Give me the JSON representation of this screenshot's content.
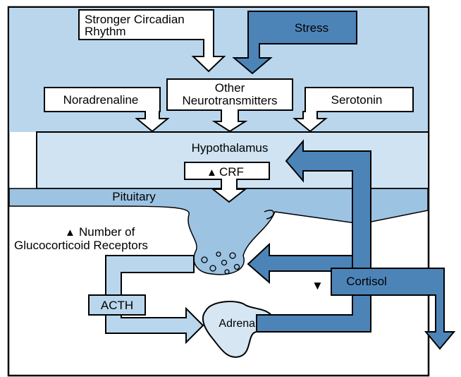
{
  "colors": {
    "background": "#ffffff",
    "light_blue": "#b9d6ec",
    "mid_blue": "#9dc3e3",
    "hypothalamus_fill": "#cfe3f2",
    "dark_blue": "#4d84b8",
    "outline": "#000000",
    "label_box": "#ffffff"
  },
  "labels": {
    "circadian_line1": "Stronger Circadian",
    "circadian_line2": "Rhythm",
    "stress": "Stress",
    "other_line1": "Other",
    "other_line2": "Neurotransmitters",
    "noradrenaline": "Noradrenaline",
    "serotonin": "Serotonin",
    "hypothalamus": "Hypothalamus",
    "crf": "CRF",
    "crf_marker": "▲",
    "pituitary": "Pituitary",
    "receptors_marker": "▲",
    "receptors_line1": "Number of",
    "receptors_line2": "Glucocorticoid Receptors",
    "acth": "ACTH",
    "cortisol_marker": "▼",
    "cortisol": "Cortisol",
    "adrenal": "Adrenal"
  }
}
